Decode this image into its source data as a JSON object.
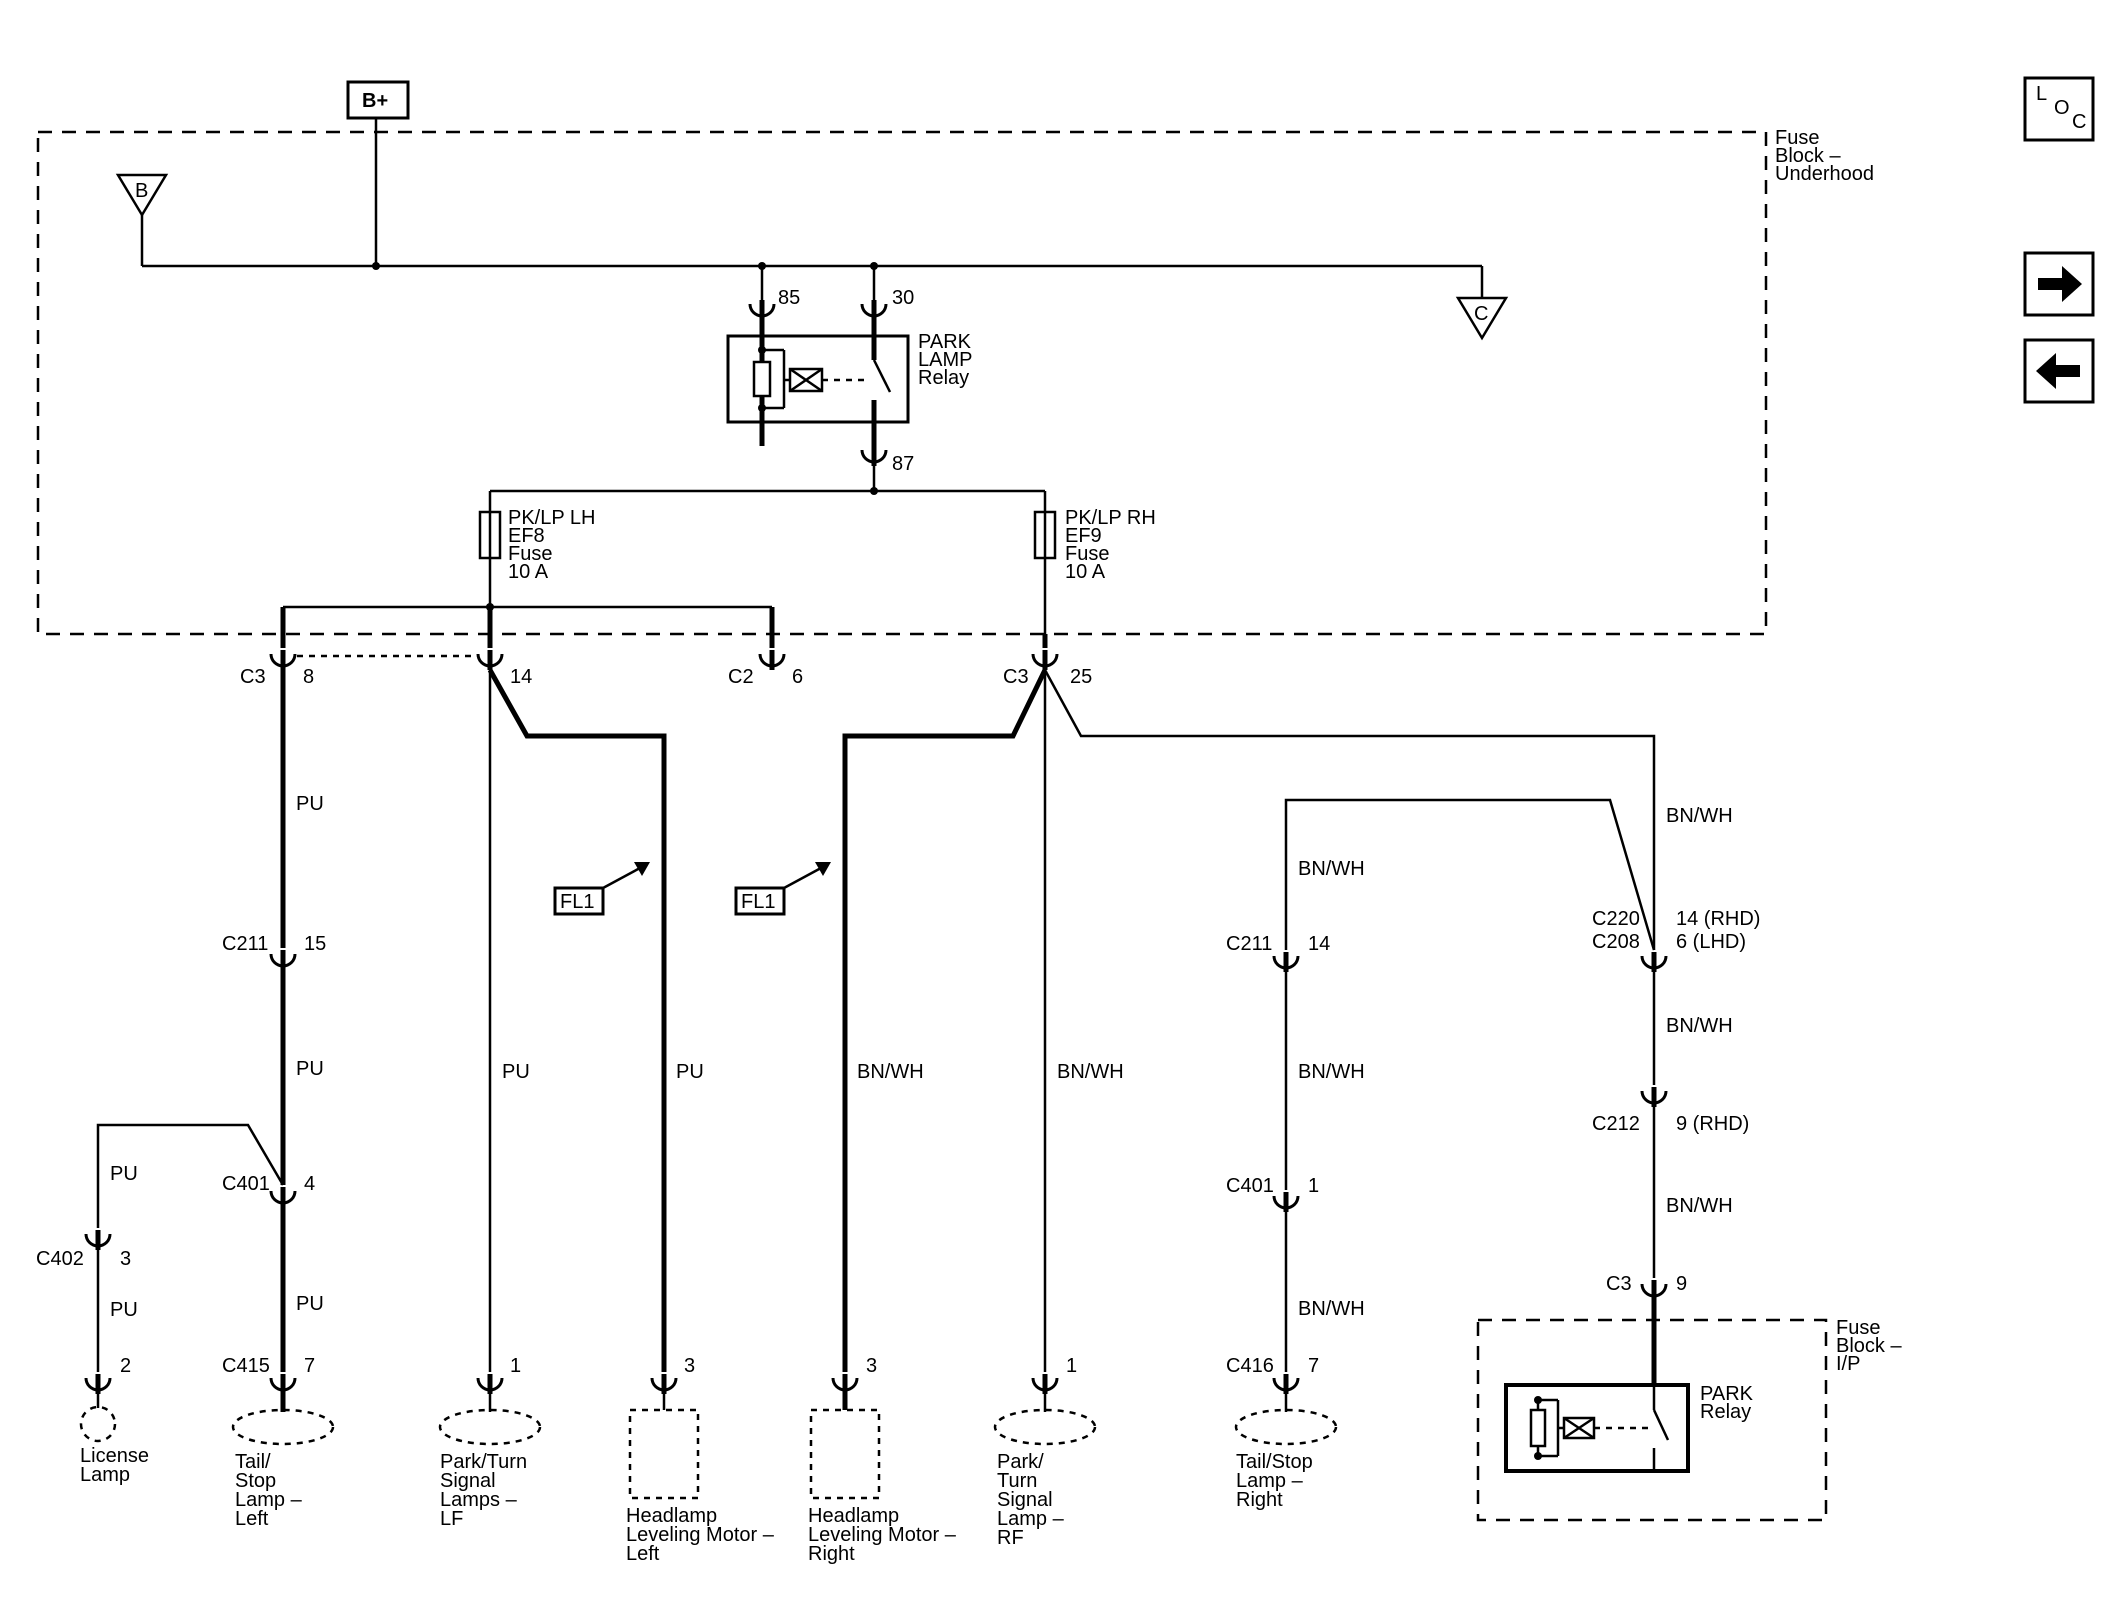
{
  "supply": {
    "b_plus": "B+",
    "tri_b": "B",
    "tri_c": "C"
  },
  "nav": {
    "loc_l": "L",
    "loc_o": "O",
    "loc_c": "C"
  },
  "fuse_block_uh": {
    "line1": "Fuse",
    "line2": "Block –",
    "line3": "Underhood"
  },
  "relay": {
    "pin85": "85",
    "pin30": "30",
    "pin87": "87",
    "line1": "PARK",
    "line2": "LAMP",
    "line3": "Relay"
  },
  "fuse_lh": {
    "line1": "PK/LP LH",
    "line2": "EF8",
    "line3": "Fuse",
    "line4": "10 A"
  },
  "fuse_rh": {
    "line1": "PK/LP RH",
    "line2": "EF9",
    "line3": "Fuse",
    "line4": "10 A"
  },
  "connectors": {
    "c3_8": {
      "name": "C3",
      "pin": "8"
    },
    "c_14": {
      "pin": "14"
    },
    "c2_6": {
      "name": "C2",
      "pin": "6"
    },
    "c3_25": {
      "name": "C3",
      "pin": "25"
    },
    "c211_15": {
      "name": "C211",
      "pin": "15"
    },
    "c401_4": {
      "name": "C401",
      "pin": "4"
    },
    "c402_3": {
      "name": "C402",
      "pin": "3"
    },
    "lic_2": {
      "pin": "2"
    },
    "c415_7": {
      "name": "C415",
      "pin": "7"
    },
    "pt_lf_1": {
      "pin": "1"
    },
    "hlm_l_3": {
      "pin": "3"
    },
    "hlm_r_3": {
      "pin": "3"
    },
    "pt_rf_1": {
      "pin": "1"
    },
    "c211_14": {
      "name": "C211",
      "pin": "14"
    },
    "c401_1": {
      "name": "C401",
      "pin": "1"
    },
    "c416_7": {
      "name": "C416",
      "pin": "7"
    },
    "c220": {
      "name": "C220",
      "pin": "14 (RHD)"
    },
    "c208": {
      "name": "C208",
      "pin": "6 (LHD)"
    },
    "c212": {
      "name": "C212",
      "pin": "9 (RHD)"
    },
    "c3_9": {
      "name": "C3",
      "pin": "9"
    }
  },
  "wire_colors": {
    "pu": "PU",
    "bnwh": "BN/WH"
  },
  "refs": {
    "fl1": "FL1"
  },
  "components": {
    "license": {
      "line1": "License",
      "line2": "Lamp"
    },
    "tail_left": {
      "line1": "Tail/",
      "line2": "Stop",
      "line3": "Lamp –",
      "line4": "Left"
    },
    "park_lf": {
      "line1": "Park/Turn",
      "line2": "Signal",
      "line3": "Lamps –",
      "line4": "LF"
    },
    "hlm_left": {
      "line1": "Headlamp",
      "line2": "Leveling Motor –",
      "line3": "Left"
    },
    "hlm_right": {
      "line1": "Headlamp",
      "line2": "Leveling Motor –",
      "line3": "Right"
    },
    "park_rf": {
      "line1": "Park/",
      "line2": "Turn",
      "line3": "Signal",
      "line4": "Lamp –",
      "line5": "RF"
    },
    "tail_right": {
      "line1": "Tail/Stop",
      "line2": "Lamp –",
      "line3": "Right"
    }
  },
  "fuse_block_ip": {
    "line1": "Fuse",
    "line2": "Block –",
    "line3": "I/P",
    "relay_line1": "PARK",
    "relay_line2": "Relay"
  }
}
